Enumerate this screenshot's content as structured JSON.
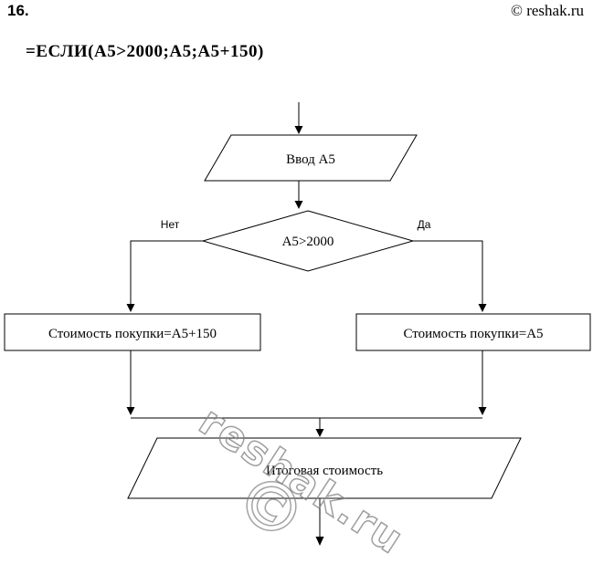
{
  "header": {
    "problem_number": "16.",
    "site_credit": "© reshak.ru"
  },
  "formula": "=ЕСЛИ(А5>2000;А5;А5+150)",
  "flowchart": {
    "input": "Ввод А5",
    "condition": "А5>2000",
    "branch_no": "Нет",
    "branch_yes": "Да",
    "action_no": "Стоимость покупки=А5+150",
    "action_yes": "Стоимость покупки=А5",
    "output": "Итоговая стоимость"
  },
  "watermark": {
    "text": "reshak.ru",
    "symbol": "©"
  },
  "colors": {
    "line": "#000000",
    "text": "#000000",
    "watermark": "#7d7d7d",
    "background": "#ffffff"
  }
}
